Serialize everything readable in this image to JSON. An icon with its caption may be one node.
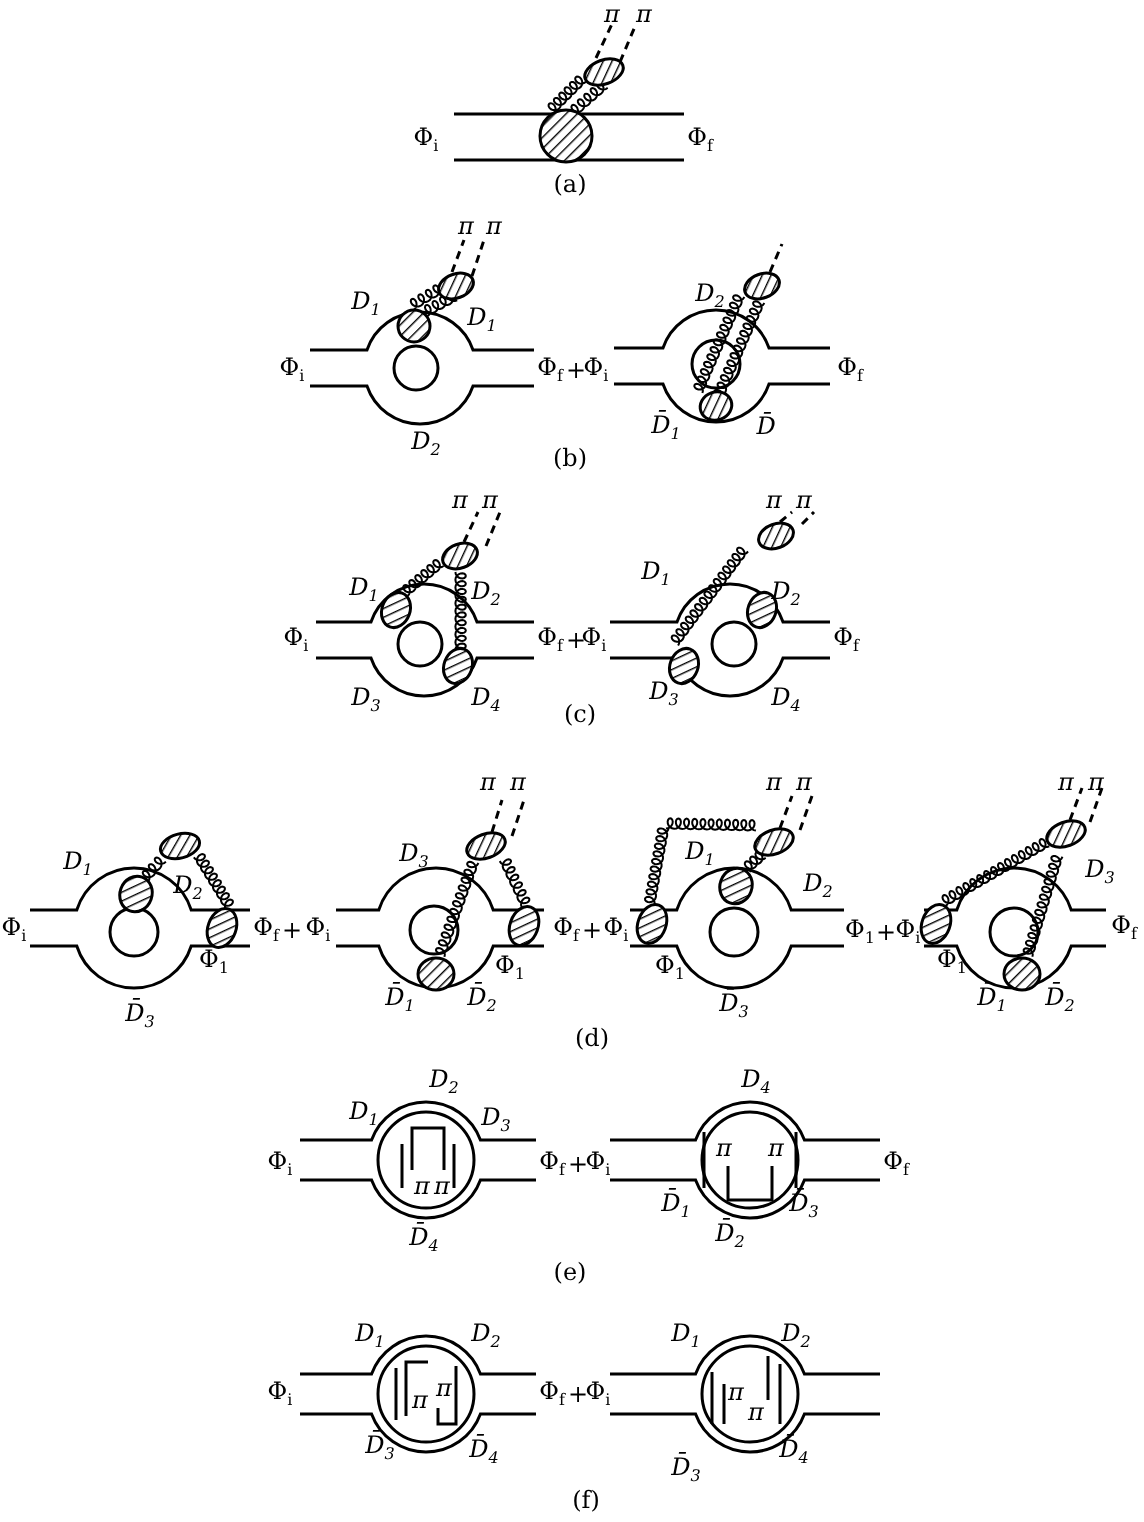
{
  "diagram": {
    "labels": [
      "π",
      "π",
      "Φ$_{i}$",
      "Φ$_{f}$",
      "(a)",
      "π",
      "π",
      "D$_{1}$",
      "D$_{1}$",
      "D$_{2}$",
      "Φ$_{i}$",
      "Φ$_{f}$",
      "+",
      "Φ$_{i}$",
      "Φ$_{f}$",
      "D̄$_{1}$",
      "D̄",
      "D$_{2}$",
      "(b)",
      "π",
      "π",
      "π",
      "π",
      "D$_{1}$",
      "D$_{2}$",
      "D$_{1}$",
      "D$_{2}$",
      "Φ$_{i}$",
      "Φ$_{f}$",
      "+",
      "Φ$_{i}$",
      "Φ$_{f}$",
      "D$_{3}$",
      "D$_{4}$",
      "D$_{3}$",
      "D$_{4}$",
      "(c)",
      "π",
      "π",
      "π",
      "π",
      "π",
      "π",
      "D$_{1}$",
      "D$_{2}$",
      "Φ$_{i}$",
      "Φ$_{f}$",
      "+",
      "Φ$_{1}$",
      "D̄$_{3}$",
      "Φ$_{i}$",
      "D$_{3}$",
      "Φ$_{f}$",
      "+",
      "Φ$_{1}$",
      "D̄$_{1}$",
      "D̄$_{2}$",
      "Φ$_{i}$",
      "D$_{1}$",
      "D$_{2}$",
      "Φ$_{1}$",
      "+",
      "Φ$_{i}$",
      "Φ$_{1}$",
      "D̄$_{3}$",
      "D$_{3}$",
      "Φ$_{f}$",
      "Φ$_{1}$",
      "D̄$_{1}$",
      "D̄$_{2}$",
      "(d)",
      "D$_{2}$",
      "D$_{4}$",
      "D$_{1}$",
      "D$_{3}$",
      "π",
      "π",
      "Φ$_{i}$",
      "Φ$_{f}$",
      "+",
      "Φ$_{i}$",
      "π",
      "π",
      "Φ$_{f}$",
      "D̄$_{1}$",
      "D̄$_{3}$",
      "D̄$_{4}$",
      "D̄$_{2}$",
      "(e)",
      "D$_{1}$",
      "D$_{2}$",
      "D$_{1}$",
      "D$_{2}$",
      "Φ$_{i}$",
      "π",
      "π",
      "Φ$_{f}$",
      "+",
      "Φ$_{i}$",
      "π",
      "π",
      "D̄$_{3}$",
      "D̄$_{4}$",
      "D̄$_{3}$",
      "D̄$_{4}$",
      "(f)"
    ]
  }
}
